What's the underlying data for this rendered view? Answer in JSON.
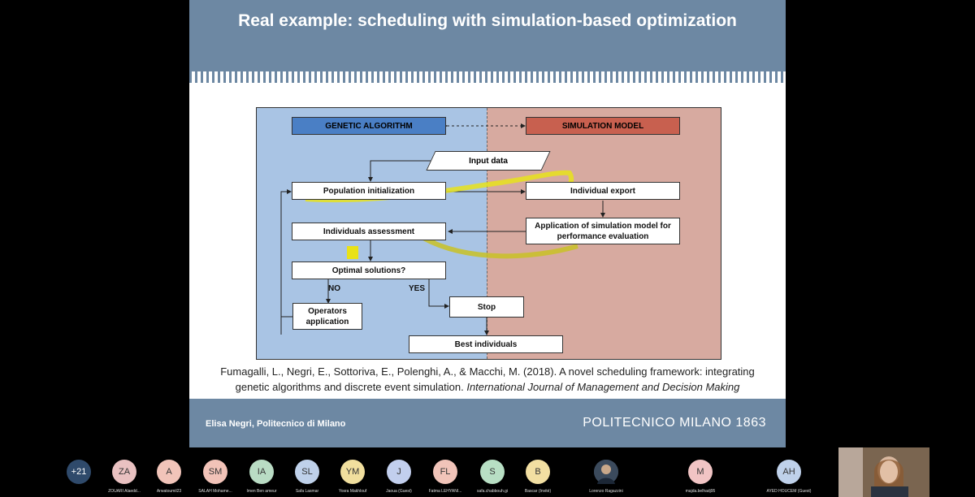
{
  "slide": {
    "title": "Real example: scheduling with simulation-based optimization",
    "footer_author": "Elisa Negri, Politecnico di Milano",
    "footer_logo": "POLITECNICO MILANO 1863",
    "citation_plain": "Fumagalli, L., Negri, E., Sottoriva, E., Polenghi, A., & Macchi, M. (2018). A novel scheduling framework: integrating genetic algorithms and discrete event simulation.",
    "citation_journal": "International Journal of Management and Decision Making"
  },
  "diagram": {
    "header_ga": "GENETIC ALGORITHM",
    "header_sim": "SIMULATION MODEL",
    "input_data": "Input data",
    "population_init": "Population initialization",
    "individual_export": "Individual export",
    "individuals_assessment": "Individuals assessment",
    "sim_application": "Application of simulation model for performance evaluation",
    "optimal_solutions": "Optimal solutions?",
    "no_label": "NO",
    "yes_label": "YES",
    "operators_application": "Operators application",
    "stop": "Stop",
    "best_individuals": "Best individuals"
  },
  "participants": {
    "overflow_count": "+21",
    "list": [
      {
        "initials": "ZA",
        "name": "ZOUARI Alaedd...",
        "color": "#e9c1c1"
      },
      {
        "initials": "A",
        "name": "Arwatoumil23",
        "color": "#f1c4b9"
      },
      {
        "initials": "SM",
        "name": "SALAH Mohame...",
        "color": "#f2c3b8"
      },
      {
        "initials": "IA",
        "name": "Imen Ben ameur",
        "color": "#b9dcc4"
      },
      {
        "initials": "SL",
        "name": "Safa Lasmar",
        "color": "#bfd1ea"
      },
      {
        "initials": "YM",
        "name": "Yosra Makhlouf",
        "color": "#f1df9e"
      },
      {
        "initials": "J",
        "name": "Jaoua (Guest)",
        "color": "#c2cfee"
      },
      {
        "initials": "FL",
        "name": "Fatma LEHYANI...",
        "color": "#f1c4b9"
      },
      {
        "initials": "S",
        "name": "safa.chabbouh.gi",
        "color": "#b8dfc4"
      },
      {
        "initials": "B",
        "name": "Bascar (Invité)",
        "color": "#f2dfa2"
      },
      {
        "initials": "",
        "name": "Lorenzo Ragazzini",
        "color": "#3b4a5c"
      },
      {
        "initials": "M",
        "name": "majda.belhadj95",
        "color": "#f1c4c4"
      },
      {
        "initials": "AH",
        "name": "AYED HOUCEM (Guest)",
        "color": "#bfd1ea"
      }
    ]
  }
}
